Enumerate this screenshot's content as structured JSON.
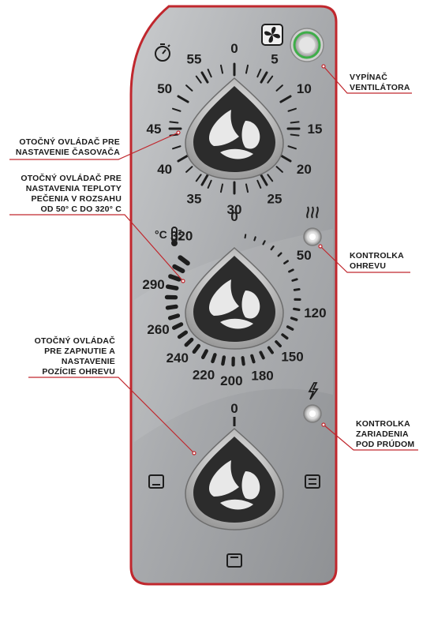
{
  "timer_dial": {
    "labels": [
      "0",
      "5",
      "10",
      "15",
      "20",
      "25",
      "30",
      "35",
      "40",
      "45",
      "50",
      "55"
    ]
  },
  "temp_dial": {
    "labels": [
      "0",
      "50",
      "120",
      "150",
      "180",
      "200",
      "220",
      "240",
      "260",
      "290",
      "320"
    ]
  },
  "mode_dial": {
    "labels": [
      "0"
    ]
  },
  "callouts": {
    "fan_switch": [
      "VYPÍNAČ",
      "VENTILÁTORA"
    ],
    "timer": [
      "OTOČNÝ OVLÁDAČ PRE",
      "NASTAVENIE ČASOVAČA"
    ],
    "temperature": [
      "OTOČNÝ OVLÁDAČ PRE",
      "NASTAVENIA TEPLOTY",
      "PEČENIA V ROZSAHU",
      "OD 50° C DO 320° C"
    ],
    "heat_light": [
      "KONTROLKA",
      "OHREVU"
    ],
    "mode": [
      "OTOČNÝ OVLÁDAČ",
      "PRE ZAPNUTIE A",
      "NASTAVENIE",
      "POZÍCIE OHREVU"
    ],
    "power_light": [
      "KONTROLKA",
      "ZARIADENIA",
      "POD PRÚDOM"
    ]
  },
  "colors": {
    "accent_red": "#c0272d",
    "panel_gray": "#a9abae",
    "knob_dark": "#2b2b2b",
    "fan_ring_green": "#3fae49"
  },
  "icons": [
    "stopwatch-icon",
    "fan-icon",
    "thermometer-icon",
    "heat-waves-icon",
    "lightning-icon",
    "top-heat-icon",
    "bottom-heat-icon",
    "top-bottom-heat-icon"
  ]
}
